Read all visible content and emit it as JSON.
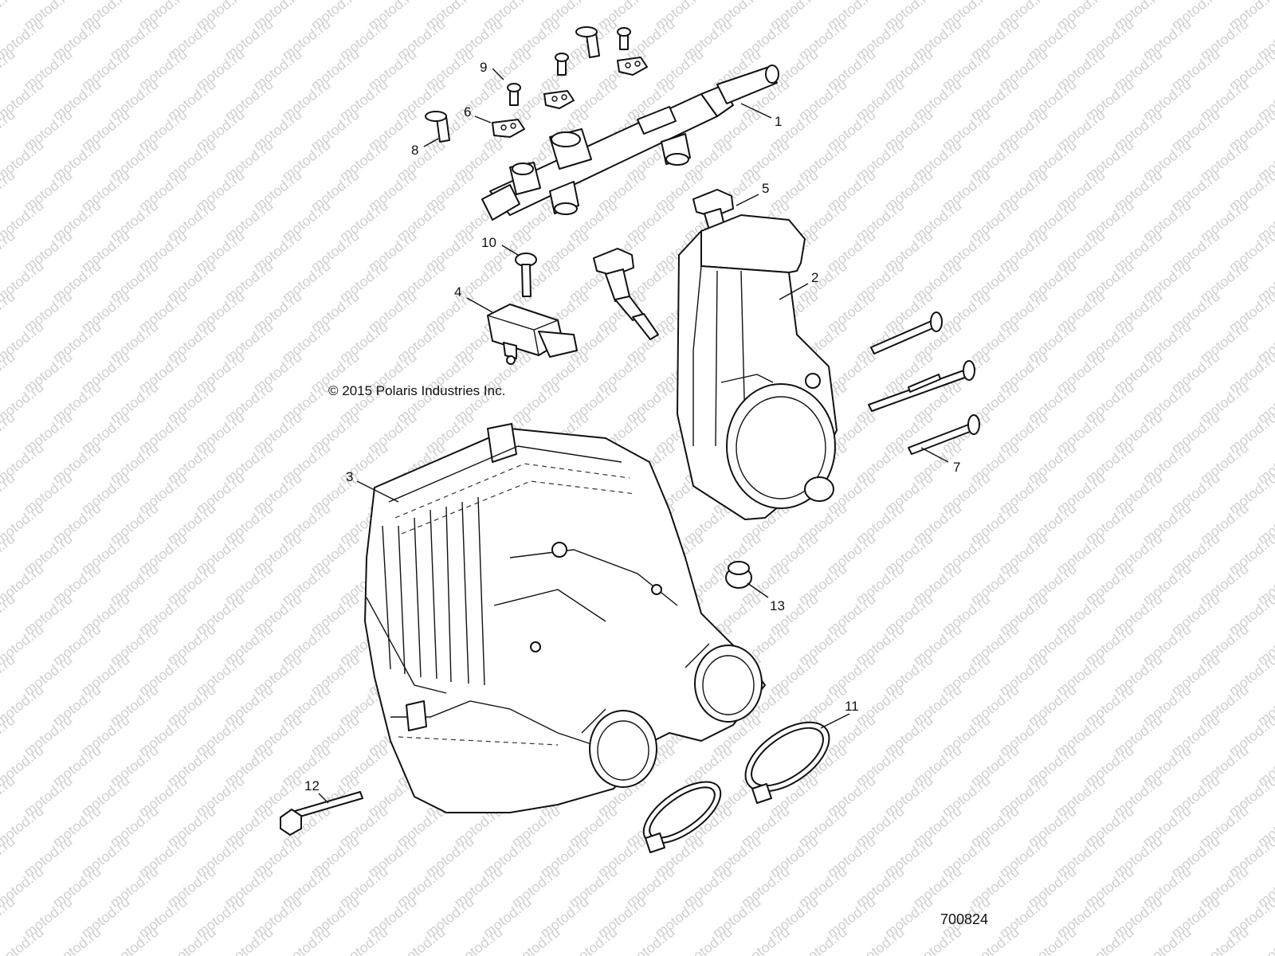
{
  "watermark": {
    "text": "motod.ru",
    "color": "#d0d0d0"
  },
  "copyright": "© 2015 Polaris Industries Inc.",
  "drawing_number": "700824",
  "callouts": [
    "1",
    "2",
    "3",
    "4",
    "5",
    "6",
    "7",
    "8",
    "9",
    "10",
    "11",
    "12",
    "13"
  ]
}
